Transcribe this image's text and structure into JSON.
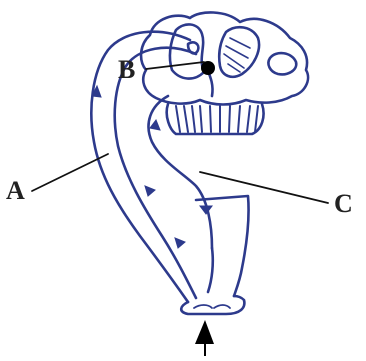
{
  "labels": {
    "a": "A",
    "b": "B",
    "c": "C"
  },
  "colors": {
    "outline": "#2d3a8c",
    "pointer_line": "#111111",
    "label_text": "#222222",
    "dot": "#000000",
    "stimulus_arrow": "#000000"
  },
  "icons": {
    "stimulus": "arrowhead-up"
  }
}
